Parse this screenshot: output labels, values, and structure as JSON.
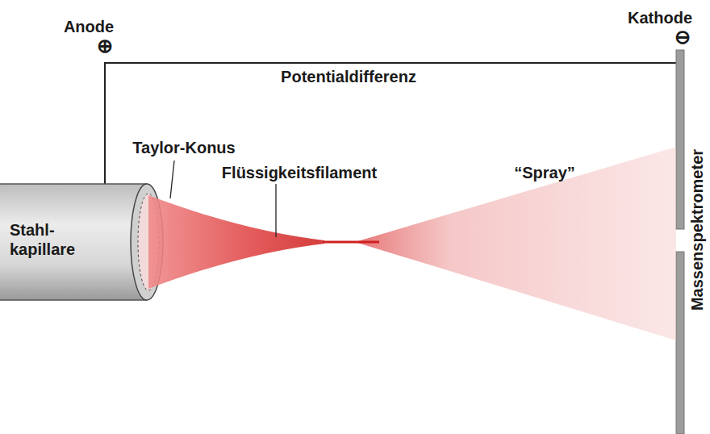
{
  "diagram": {
    "labels": [
      "Anode",
      "⊕",
      "Potentialdifferenz",
      "Kathode",
      "⊖",
      "Taylor-Konus",
      "Flüssigkeitsfilament",
      "“Spray”",
      "Stahl- kapillare",
      "Massenspektrometer"
    ]
  }
}
